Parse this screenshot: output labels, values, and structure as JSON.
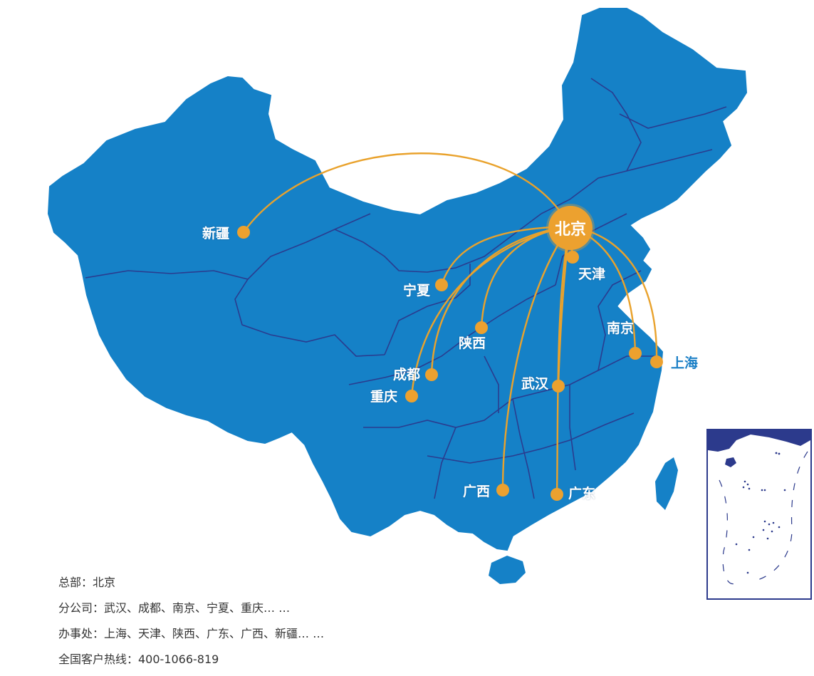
{
  "hub": {
    "name": "北京"
  },
  "cities": [
    {
      "id": "xinjiang",
      "name": "新疆"
    },
    {
      "id": "ningxia",
      "name": "宁夏"
    },
    {
      "id": "tianjin",
      "name": "天津"
    },
    {
      "id": "shaanxi",
      "name": "陕西"
    },
    {
      "id": "nanjing",
      "name": "南京"
    },
    {
      "id": "shanghai",
      "name": "上海"
    },
    {
      "id": "chengdu",
      "name": "成都"
    },
    {
      "id": "chongqing",
      "name": "重庆"
    },
    {
      "id": "wuhan",
      "name": "武汉"
    },
    {
      "id": "guangxi",
      "name": "广西"
    },
    {
      "id": "guangdong",
      "name": "广东"
    }
  ],
  "info": {
    "hq": "总部：北京",
    "branches": "分公司：武汉、成都、南京、宁夏、重庆… …",
    "offices": "办事处：上海、天津、陕西、广东、广西、新疆… …",
    "hotline": "全国客户热线：400-1066-819"
  },
  "colors": {
    "land": "#1581c7",
    "border": "#2a3c8f",
    "route": "#e9a22c",
    "label_outside": "#1a7fc6"
  }
}
